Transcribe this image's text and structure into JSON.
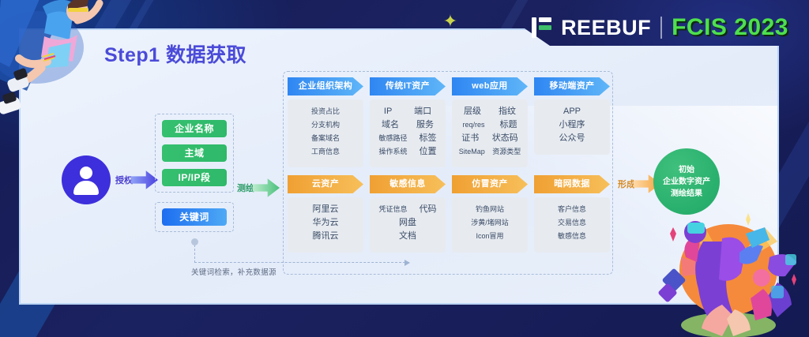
{
  "brand": {
    "wordmark": "REEBUF",
    "divider": "|",
    "event": "FCIS 2023"
  },
  "slide": {
    "title": "Step1 数据获取"
  },
  "flow": {
    "source_label": "user-avatar",
    "arrow_auth": "授权",
    "arrow_survey": "测绘",
    "arrow_form": "形成",
    "keyword_note": "关键词检索，补充数据源"
  },
  "inputs": {
    "primary": [
      "企业名称",
      "主域",
      "IP/IP段"
    ],
    "secondary": [
      "关键词"
    ]
  },
  "cards": [
    {
      "title": "企业组织架构",
      "color": "blue",
      "rows": [
        [
          "投资占比"
        ],
        [
          "分支机构"
        ],
        [
          "备案域名"
        ],
        [
          "工商信息"
        ]
      ]
    },
    {
      "title": "传统IT资产",
      "color": "blue",
      "rows": [
        [
          "IP",
          "端口"
        ],
        [
          "域名",
          "服务"
        ],
        [
          "敏感路径",
          "标签"
        ],
        [
          "操作系统",
          "位置"
        ]
      ]
    },
    {
      "title": "web应用",
      "color": "blue",
      "rows": [
        [
          "层级",
          "指纹"
        ],
        [
          "req/res",
          "标题"
        ],
        [
          "证书",
          "状态码"
        ],
        [
          "SiteMap",
          "资源类型"
        ]
      ]
    },
    {
      "title": "移动端资产",
      "color": "blue",
      "rows": [
        [
          "APP"
        ],
        [
          "小程序"
        ],
        [
          "公众号"
        ]
      ]
    },
    {
      "title": "云资产",
      "color": "orange",
      "rows": [
        [
          "阿里云"
        ],
        [
          "华为云"
        ],
        [
          "腾讯云"
        ]
      ]
    },
    {
      "title": "敏感信息",
      "color": "orange",
      "rows": [
        [
          "凭证信息",
          "代码"
        ],
        [
          "网盘"
        ],
        [
          "文档"
        ]
      ]
    },
    {
      "title": "仿冒资产",
      "color": "orange",
      "rows": [
        [
          "钓鱼网站"
        ],
        [
          "涉黄/堵网站"
        ],
        [
          "Icon冒用"
        ]
      ]
    },
    {
      "title": "暗网数据",
      "color": "orange",
      "rows": [
        [
          "客户信息"
        ],
        [
          "交易信息"
        ],
        [
          "敏感信息"
        ]
      ]
    }
  ],
  "result": {
    "lines": [
      "初始",
      "企业数字资产",
      "测绘结果"
    ]
  },
  "colors": {
    "accent_purple": "#4b4bd8",
    "accent_green": "#2fb96a",
    "accent_blue": "#2f86f2",
    "accent_orange": "#f0a033",
    "brand_green": "#4ee04e",
    "backdrop": "#1a1f5c"
  }
}
